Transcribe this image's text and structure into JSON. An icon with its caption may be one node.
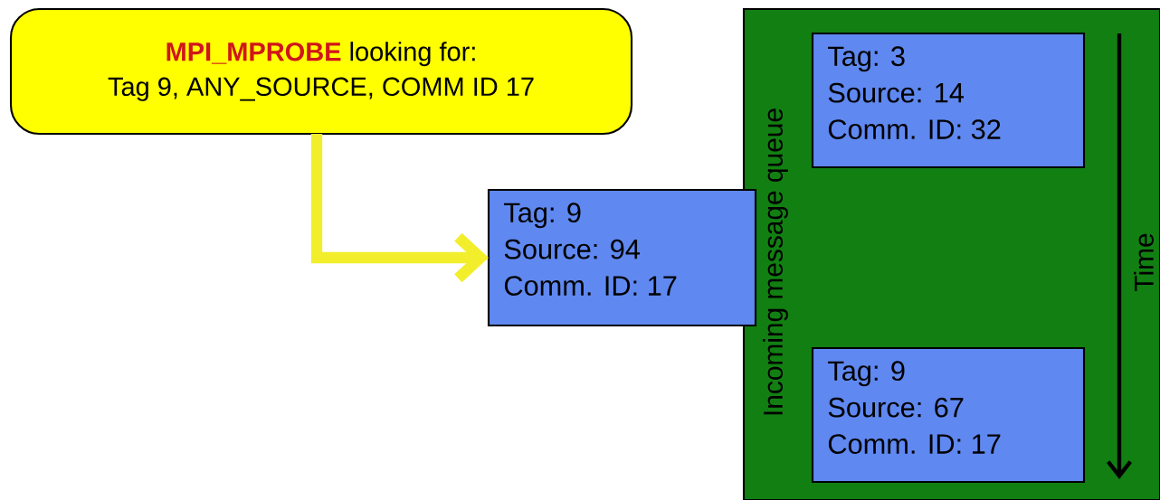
{
  "diagram": {
    "nodes": [
      {
        "text": [
          "**MPI_MPROBE** looking for:",
          "Tag 9, ANY_SOURCE, COMM ID 17"
        ]
      },
      {
        "text": [
          "Incoming message queue"
        ]
      },
      {
        "text": [
          "Tag: 3",
          "Source: 14",
          "Comm. ID: 32"
        ],
        "in": 1
      },
      {
        "text": [
          "Tag: 9",
          "Source: 94",
          "Comm. ID: 17"
        ]
      },
      {
        "text": [
          "Tag: 9",
          "Source: 67",
          "Comm. ID: 17"
        ],
        "in": 1
      }
    ],
    "edges": [
      {
        "from": 0,
        "to": 3,
        "arrow": "to"
      }
    ],
    "labels": [
      "Time"
    ]
  }
}
